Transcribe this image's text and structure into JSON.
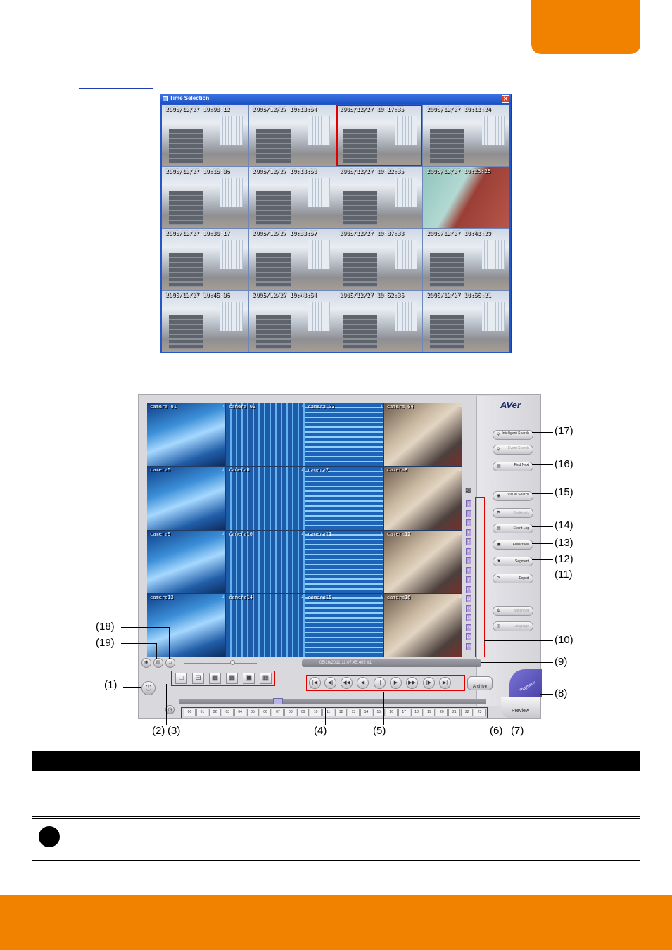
{
  "colors": {
    "accent": "#f08200",
    "selection_red": "#e00000",
    "window_blue": "#2456c8"
  },
  "time_selection": {
    "title": "Time Selection",
    "close_glyph": "✕",
    "timestamps": [
      "2005/12/27 10:08:12",
      "2005/12/27 10:13:54",
      "2005/12/27 10:17:35",
      "2005/12/27 10:11:24",
      "2005/12/27 10:15:06",
      "2005/12/27 10:18:53",
      "2005/12/27 10:22:35",
      "2005/12/27 10:26:25",
      "2005/12/27 10:30:17",
      "2005/12/27 10:33:57",
      "2005/12/27 10:37:38",
      "2005/12/27 10:41:29",
      "2005/12/27 10:45:06",
      "2005/12/27 10:48:54",
      "2005/12/27 10:52:36",
      "2005/12/27 10:56:21"
    ]
  },
  "dvr": {
    "logo": "AVer",
    "cameras": [
      "camera 01",
      "camera 02",
      "camera 03",
      "camera 04",
      "camera5",
      "camera6",
      "camera7",
      "camera8",
      "camera9",
      "camera10",
      "camera11",
      "camera12",
      "camera13",
      "camera14",
      "camera15",
      "camera16"
    ],
    "buttons": {
      "intelligent_search": "Intelligent Search",
      "event_search": "Event Search",
      "find_next": "Find Next",
      "visual_search": "Visual Search",
      "bookmark": "Bookmark",
      "event_log": "Event Log",
      "fullscreen": "Fullscreen",
      "segment": "Segment",
      "export": "Export",
      "advanced": "Advanced",
      "language": "Language",
      "archive": "Archive",
      "playback": "Playback",
      "preview": "Preview"
    },
    "channels": [
      "1",
      "2",
      "3",
      "4",
      "5",
      "6",
      "7",
      "8",
      "9",
      "10",
      "11",
      "12",
      "13",
      "14",
      "15",
      "16"
    ],
    "status_text": "05/26/2011 11:07:45.402  x1",
    "hours": [
      "00",
      "01",
      "02",
      "03",
      "04",
      "05",
      "06",
      "07",
      "08",
      "09",
      "10",
      "11",
      "12",
      "13",
      "14",
      "15",
      "16",
      "17",
      "18",
      "19",
      "20",
      "21",
      "22",
      "23"
    ],
    "timeline_position": 0.32
  },
  "callouts": {
    "c1": "(1)",
    "c2": "(2)",
    "c3": "(3)",
    "c4": "(4)",
    "c5": "(5)",
    "c6": "(6)",
    "c7": "(7)",
    "c8": "(8)",
    "c9": "(9)",
    "c10": "(10)",
    "c11": "(11)",
    "c12": "(12)",
    "c13": "(13)",
    "c14": "(14)",
    "c15": "(15)",
    "c16": "(16)",
    "c17": "(17)",
    "c18": "(18)",
    "c19": "(19)"
  }
}
